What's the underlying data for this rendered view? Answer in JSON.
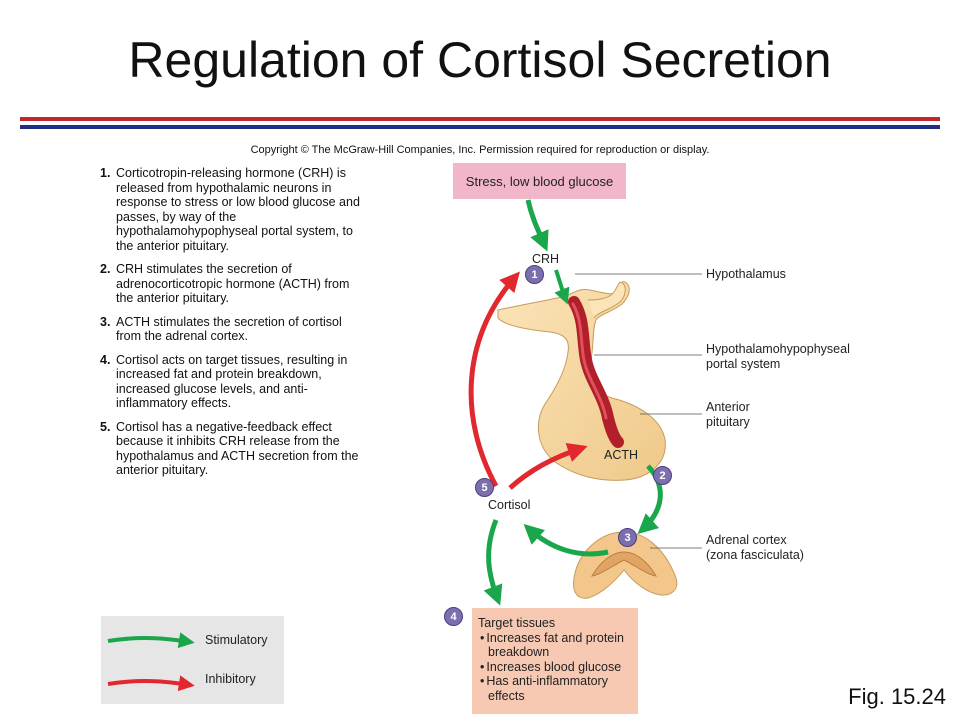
{
  "title": "Regulation of Cortisol Secretion",
  "copyright": "Copyright © The McGraw-Hill Companies, Inc. Permission required for reproduction or display.",
  "steps": [
    {
      "num": "1",
      "text": "Corticotropin-releasing hormone (CRH) is released from hypothalamic neurons in response to stress or low blood glucose and passes, by way of the hypothalamohypophyseal portal system, to the anterior pituitary."
    },
    {
      "num": "2",
      "text": "CRH stimulates the secretion of adrenocorticotropic hormone (ACTH) from the anterior pituitary."
    },
    {
      "num": "3",
      "text": "ACTH stimulates the secretion of cortisol from the adrenal cortex."
    },
    {
      "num": "4",
      "text": "Cortisol acts on target tissues, resulting in increased fat and protein breakdown, increased glucose levels, and anti-inflammatory effects."
    },
    {
      "num": "5",
      "text": "Cortisol has a negative-feedback effect because it inhibits CRH release from the hypothalamus and ACTH secretion from the anterior pituitary."
    }
  ],
  "diagram": {
    "stress_box": "Stress, low blood glucose",
    "crh": "CRH",
    "acth": "ACTH",
    "cortisol": "Cortisol",
    "hypothalamus": "Hypothalamus",
    "portal_system_1": "Hypothalamohypophyseal",
    "portal_system_2": "portal system",
    "anterior_pituitary_1": "Anterior",
    "anterior_pituitary_2": "pituitary",
    "adrenal_cortex_1": "Adrenal cortex",
    "adrenal_cortex_2": "(zona fasciculata)",
    "badges": [
      "1",
      "2",
      "3",
      "4",
      "5"
    ],
    "target_box": {
      "title": "Target tissues",
      "items": [
        "Increases fat and protein breakdown",
        "Increases blood glucose",
        "Has anti-inflammatory effects"
      ]
    }
  },
  "legend": {
    "stimulatory": "Stimulatory",
    "inhibitory": "Inhibitory"
  },
  "colors": {
    "stimulatory": "#1aa64b",
    "inhibitory": "#e0282e",
    "badge": "#7d6fae",
    "rule_red": "#c0282d",
    "rule_blue": "#1e2d8a"
  },
  "figure_label": "Fig. 15.24"
}
